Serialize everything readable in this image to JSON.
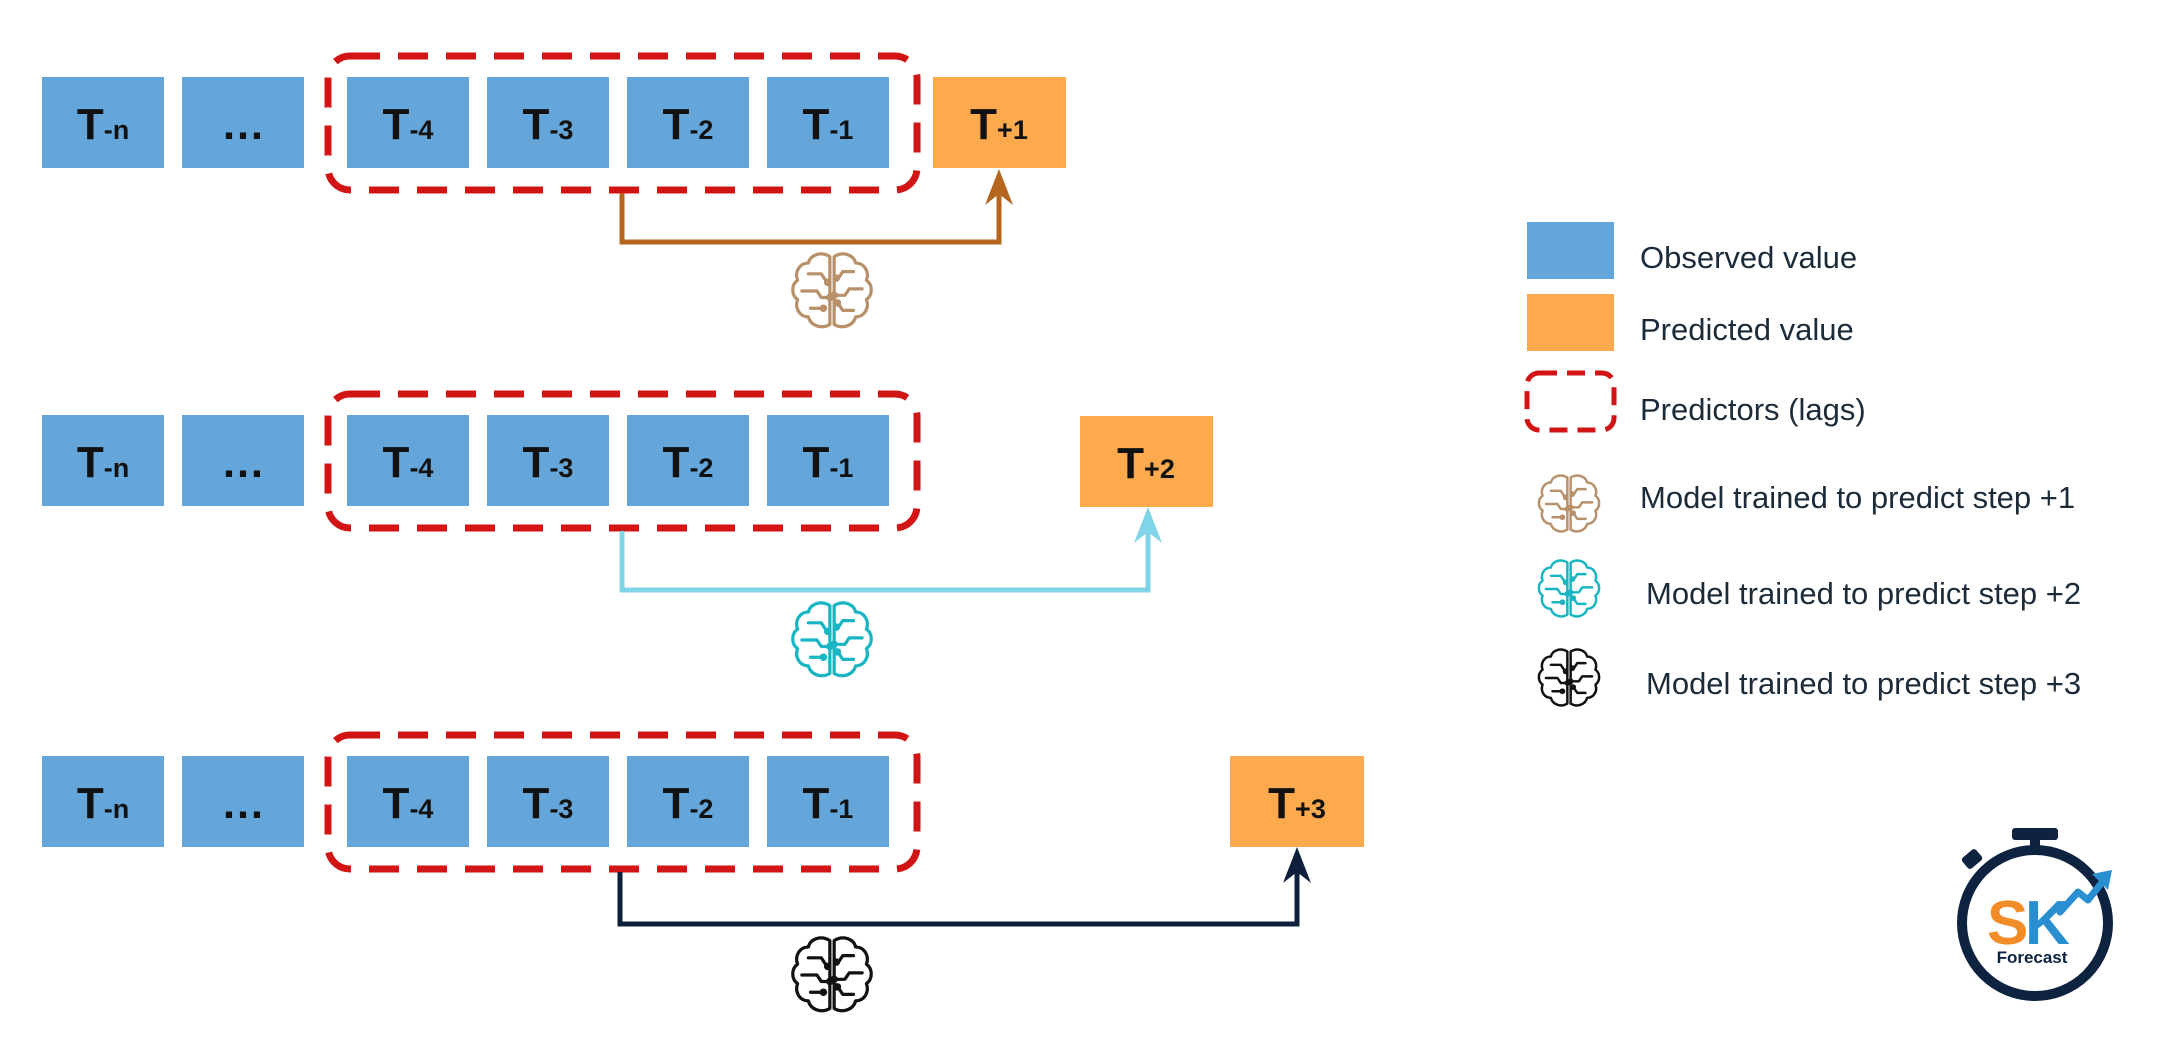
{
  "colors": {
    "observed": "#65a6da",
    "predicted": "#fdaa4e",
    "lags_border": "#d21414",
    "arrow_step1": "#b5651d",
    "arrow_step2": "#80d4e8",
    "arrow_step3": "#0e1f3c",
    "brain_step1": "#b8916b",
    "brain_step2": "#18b6c3",
    "brain_step3": "#111111",
    "logo_sk_s": "#f28c28",
    "logo_sk_k": "#2a8fd1",
    "logo_ring": "#0d2340",
    "text": "#1c2b3a"
  },
  "rows": [
    {
      "observed_cells": [
        {
          "base": "T",
          "sub": "-n"
        },
        {
          "base": "…",
          "sub": ""
        },
        {
          "base": "T",
          "sub": "-4"
        },
        {
          "base": "T",
          "sub": "-3"
        },
        {
          "base": "T",
          "sub": "-2"
        },
        {
          "base": "T",
          "sub": "-1"
        }
      ],
      "target": {
        "base": "T",
        "sub": "+1"
      },
      "model_icon": "brain-circuit-icon"
    },
    {
      "observed_cells": [
        {
          "base": "T",
          "sub": "-n"
        },
        {
          "base": "…",
          "sub": ""
        },
        {
          "base": "T",
          "sub": "-4"
        },
        {
          "base": "T",
          "sub": "-3"
        },
        {
          "base": "T",
          "sub": "-2"
        },
        {
          "base": "T",
          "sub": "-1"
        }
      ],
      "target": {
        "base": "T",
        "sub": "+2"
      },
      "model_icon": "brain-circuit-icon"
    },
    {
      "observed_cells": [
        {
          "base": "T",
          "sub": "-n"
        },
        {
          "base": "…",
          "sub": ""
        },
        {
          "base": "T",
          "sub": "-4"
        },
        {
          "base": "T",
          "sub": "-3"
        },
        {
          "base": "T",
          "sub": "-2"
        },
        {
          "base": "T",
          "sub": "-1"
        }
      ],
      "target": {
        "base": "T",
        "sub": "+3"
      },
      "model_icon": "brain-circuit-icon"
    }
  ],
  "legend": {
    "observed": "Observed value",
    "predicted": "Predicted value",
    "predictors": "Predictors (lags)",
    "model_step1": "Model trained to predict step +1",
    "model_step2": "Model trained to predict step +2",
    "model_step3": "Model trained to predict step +3"
  },
  "logo": {
    "letters_s": "S",
    "letters_k": "K",
    "word": "Forecast",
    "icon": "stopwatch-icon"
  }
}
